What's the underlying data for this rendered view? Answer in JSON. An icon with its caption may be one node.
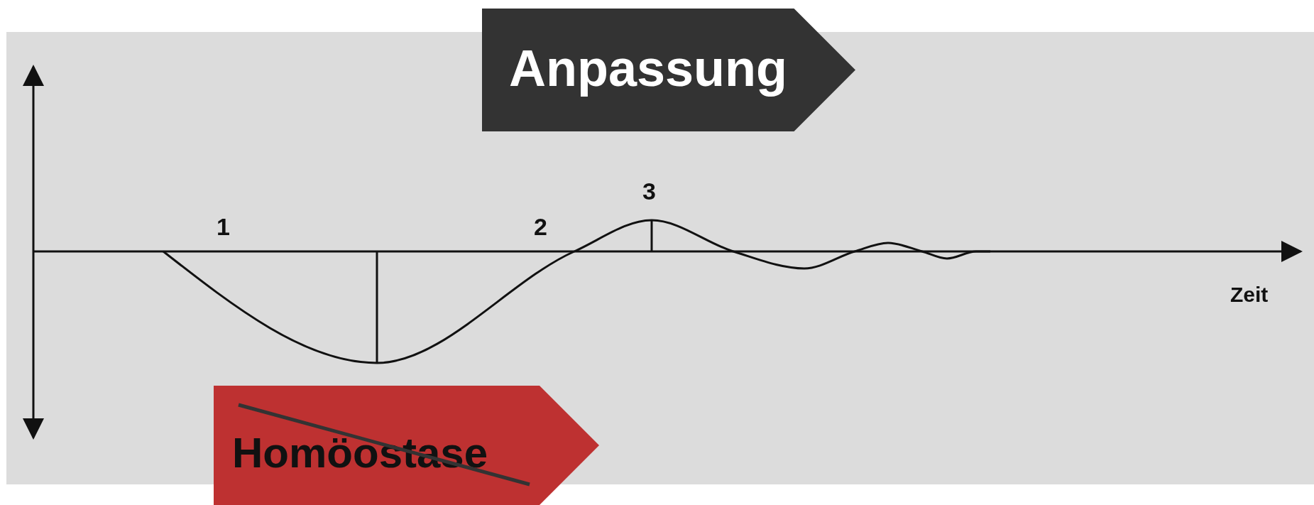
{
  "diagram": {
    "nodes": [
      {
        "text": [
          "Anpassung"
        ]
      },
      {
        "text": [
          "Homöostase"
        ]
      }
    ],
    "labels": [
      "1",
      "2",
      "3",
      "Zeit"
    ]
  }
}
